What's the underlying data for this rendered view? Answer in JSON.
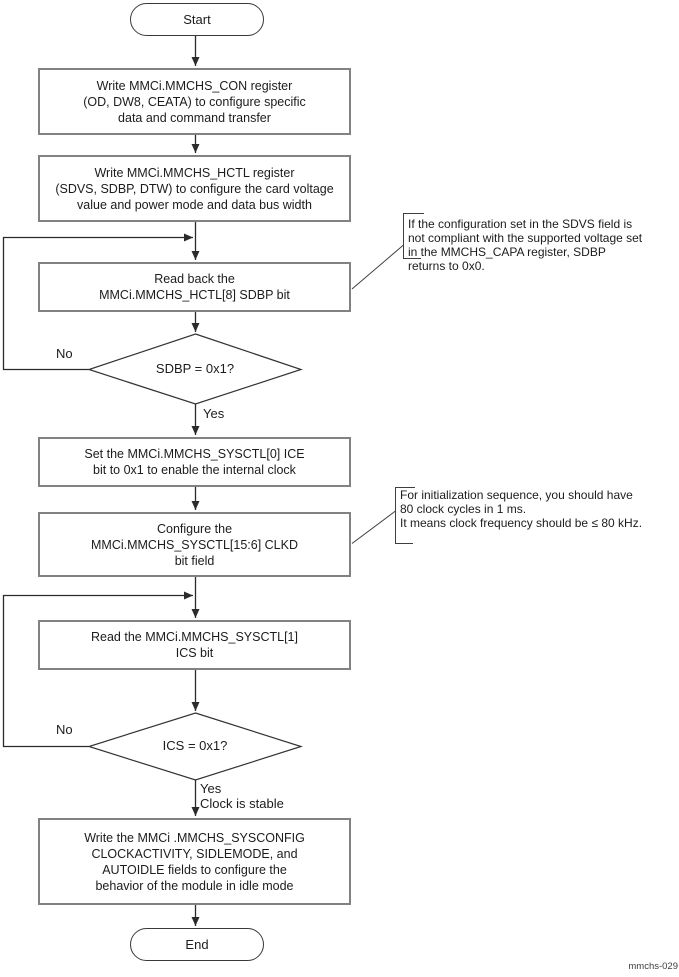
{
  "figure_id": "mmchs-029",
  "terminators": {
    "start": "Start",
    "end": "End"
  },
  "process_boxes": {
    "con": "Write MMCi.MMCHS_CON register\n(OD, DW8, CEATA) to configure specific\ndata and command transfer",
    "hctl": "Write MMCi.MMCHS_HCTL register\n(SDVS, SDBP, DTW) to configure the card voltage\nvalue and power mode and data bus width",
    "read_sdbp": "Read back the\nMMCi.MMCHS_HCTL[8] SDBP bit",
    "ice": "Set the MMCi.MMCHS_SYSCTL[0] ICE\nbit to 0x1 to enable the internal clock",
    "clkd": "Configure the\nMMCi.MMCHS_SYSCTL[15:6] CLKD\nbit field",
    "read_ics": "Read the MMCi.MMCHS_SYSCTL[1]\nICS bit",
    "sysconfig": "Write the MMCi .MMCHS_SYSCONFIG\nCLOCKACTIVITY, SIDLEMODE, and\nAUTOIDLE fields to configure the\nbehavior of the module in idle mode"
  },
  "decisions": {
    "sdbp": "SDBP = 0x1?",
    "ics": "ICS = 0x1?"
  },
  "edge_labels": {
    "no_sdbp": "No",
    "yes_sdbp": "Yes",
    "no_ics": "No",
    "yes_ics": "Yes",
    "clock_stable": "Clock is stable"
  },
  "notes": {
    "sdvs": "If the configuration set in the SDVS field is\nnot compliant with the supported voltage set\nin the MMCHS_CAPA register, SDBP\nreturns to 0x0.",
    "clock": "For initialization sequence, you should have\n80 clock cycles in 1 ms.\nIt means clock frequency should be ≤ 80 kHz."
  },
  "colors": {
    "box_border": "#828282",
    "line": "#2b2b2b",
    "background": "#ffffff",
    "text": "#1c1c1c"
  }
}
